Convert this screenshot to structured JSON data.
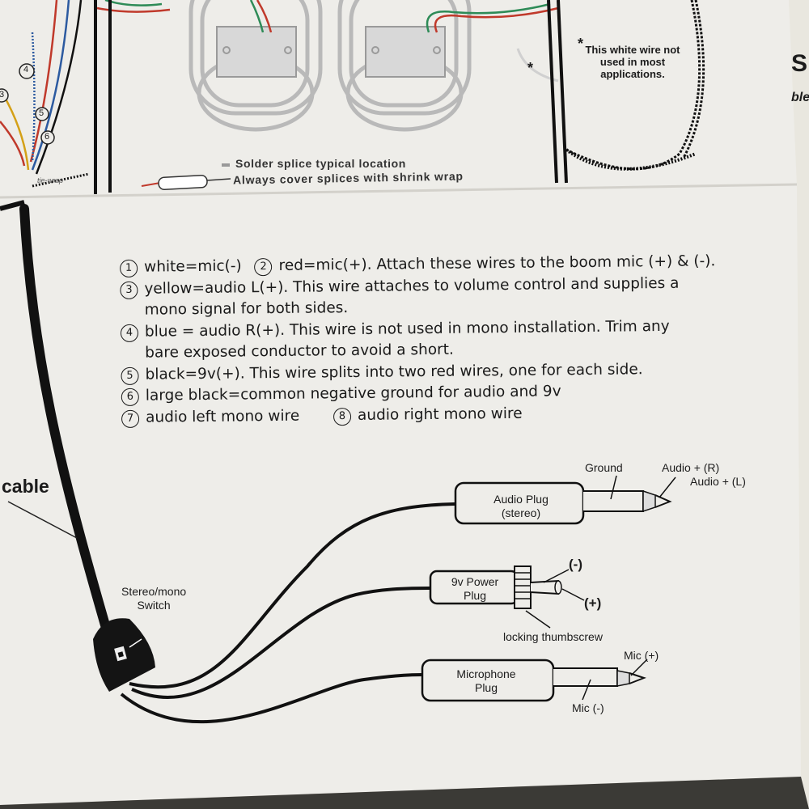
{
  "top_notes": {
    "white_wire_note": "This white wire not used in most applications.",
    "asterisk": "*",
    "solder_splice": "Solder splice typical location",
    "shrink_wrap": "Always cover splices with shrink wrap",
    "tie_wrap": "tie-wrap"
  },
  "top_callouts": [
    "4",
    "5",
    "6",
    "3"
  ],
  "edge_fragments": {
    "right_s": "S",
    "right_ble": "ble"
  },
  "legend": [
    {
      "num": "1",
      "text": "white=mic(-)",
      "num2": "2",
      "text2": "red=mic(+). Attach these wires to the boom mic (+) & (-)."
    },
    {
      "num": "3",
      "text": "yellow=audio L(+). This wire attaches to volume control and supplies a"
    },
    {
      "cont": "mono signal for both sides."
    },
    {
      "num": "4",
      "text": "blue = audio R(+). This wire is not used in mono installation.  Trim any"
    },
    {
      "cont": "bare exposed conductor to avoid a short."
    },
    {
      "num": "5",
      "text": "black=9v(+). This wire splits into two red wires, one for each side."
    },
    {
      "num": "6",
      "text": "large black=common negative ground for audio and 9v"
    },
    {
      "num": "7",
      "text": "audio left mono wire",
      "num2": "8",
      "text2": "audio right mono wire"
    }
  ],
  "diagram": {
    "cable_label": "cable",
    "switch_label": "Stereo/mono\nSwitch",
    "audio_plug": "Audio Plug\n(stereo)",
    "ground": "Ground",
    "audio_r": "Audio + (R)",
    "audio_l": "Audio + (L)",
    "power_plug": "9v Power\nPlug",
    "neg": "(-)",
    "pos": "(+)",
    "thumbscrew": "locking thumbscrew",
    "mic_plug": "Microphone\nPlug",
    "mic_pos": "Mic (+)",
    "mic_neg": "Mic (-)"
  },
  "colors": {
    "paper": "#eeede9",
    "background": "#dcd5c8",
    "wire_black": "#111111",
    "wire_red": "#c0392b",
    "wire_green": "#2e8b57",
    "wire_blue": "#2c5aa0",
    "wire_yellow": "#d4a017",
    "drawing_gray": "#b9b9b9"
  }
}
